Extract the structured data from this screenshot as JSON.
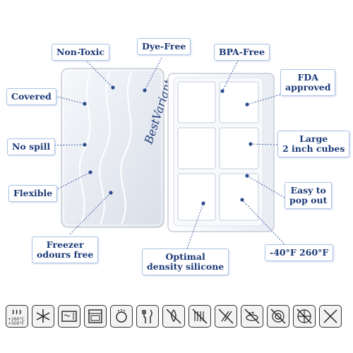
{
  "product": {
    "brand_logo": "BestVariant",
    "callouts": [
      {
        "id": "non-toxic",
        "lines": [
          "Non-Toxic"
        ]
      },
      {
        "id": "dye-free",
        "lines": [
          "Dye-Free"
        ]
      },
      {
        "id": "bpa-free",
        "lines": [
          "BPA-Free"
        ]
      },
      {
        "id": "covered",
        "lines": [
          "Covered"
        ]
      },
      {
        "id": "fda",
        "lines": [
          "FDA",
          "approved"
        ]
      },
      {
        "id": "no-spill",
        "lines": [
          "No spill"
        ]
      },
      {
        "id": "cubes",
        "lines": [
          "Large",
          "2 inch cubes"
        ]
      },
      {
        "id": "flexible",
        "lines": [
          "Flexible"
        ]
      },
      {
        "id": "pop-out",
        "lines": [
          "Easy to",
          "pop out"
        ]
      },
      {
        "id": "freezer",
        "lines": [
          "Freezer",
          "odours free"
        ]
      },
      {
        "id": "silicone",
        "lines": [
          "Optimal",
          "density silicone"
        ]
      },
      {
        "id": "temp",
        "lines": [
          "-40°F  260°F"
        ]
      }
    ]
  },
  "icons": [
    {
      "name": "temperature-range-icon",
      "label_top": "+260°C",
      "label_bottom": "+500°F"
    },
    {
      "name": "freezer-icon"
    },
    {
      "name": "microwave-icon"
    },
    {
      "name": "oven-icon"
    },
    {
      "name": "dishwasher-icon"
    },
    {
      "name": "food-safe-icon"
    },
    {
      "name": "no-open-flame-icon"
    },
    {
      "name": "no-grill-icon"
    },
    {
      "name": "no-knife-icon"
    },
    {
      "name": "no-gas-stove-icon"
    },
    {
      "name": "no-stovetop-icon"
    },
    {
      "name": "no-fan-icon"
    },
    {
      "name": "no-direct-heat-icon"
    }
  ],
  "colors": {
    "callout_text": "#1c3a78",
    "callout_border": "#a9c3e6",
    "dot": "#2a4b8c",
    "tray": "#e8ecf3"
  }
}
